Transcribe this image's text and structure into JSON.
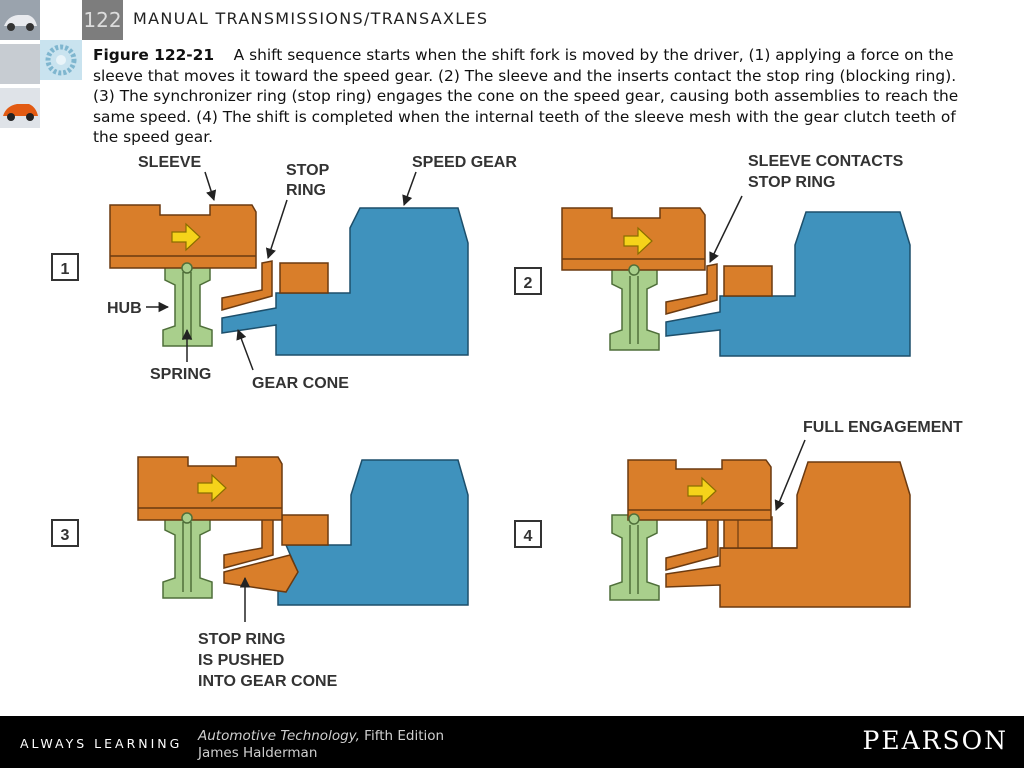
{
  "header": {
    "chapter_number": "122",
    "chapter_title": "MANUAL TRANSMISSIONS/TRANSAXLES"
  },
  "caption": {
    "figure_label": "Figure 122-21",
    "text": "A shift sequence starts when the shift fork is moved by the driver, (1) applying a force on the sleeve that moves it toward the speed gear. (2) The sleeve and the inserts contact the stop ring (blocking ring). (3) The synchronizer ring (stop ring) engages the cone on the speed gear, causing both assemblies to reach the same speed. (4) The shift is completed when the internal teeth of the sleeve mesh with the gear clutch teeth of the speed gear."
  },
  "diagram": {
    "steps": [
      "1",
      "2",
      "3",
      "4"
    ],
    "labels": {
      "sleeve": "SLEEVE",
      "stop_ring_1": "STOP",
      "stop_ring_2": "RING",
      "speed_gear": "SPEED GEAR",
      "hub": "HUB",
      "spring": "SPRING",
      "gear_cone": "GEAR CONE",
      "sleeve_contacts_1": "SLEEVE CONTACTS",
      "sleeve_contacts_2": "STOP RING",
      "full_engagement": "FULL ENGAGEMENT",
      "pushed_1": "STOP RING",
      "pushed_2": "IS PUSHED",
      "pushed_3": "INTO GEAR CONE"
    },
    "colors": {
      "sleeve": "#d97e2a",
      "gear": "#3f92bd",
      "hub": "#a9cf8c",
      "arrow": "#f5d31a"
    }
  },
  "footer": {
    "tagline": "ALWAYS LEARNING",
    "book_title": "Automotive Technology,",
    "edition": " Fifth Edition",
    "author": "James Halderman",
    "publisher": "PEARSON"
  }
}
